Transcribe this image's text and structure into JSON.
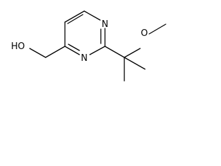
{
  "molecule": {
    "atoms": {
      "ring_nitrogen_top": "N",
      "ring_nitrogen_bottom": "N",
      "hydroxyl": "HO",
      "ether_oxygen": "O"
    }
  }
}
